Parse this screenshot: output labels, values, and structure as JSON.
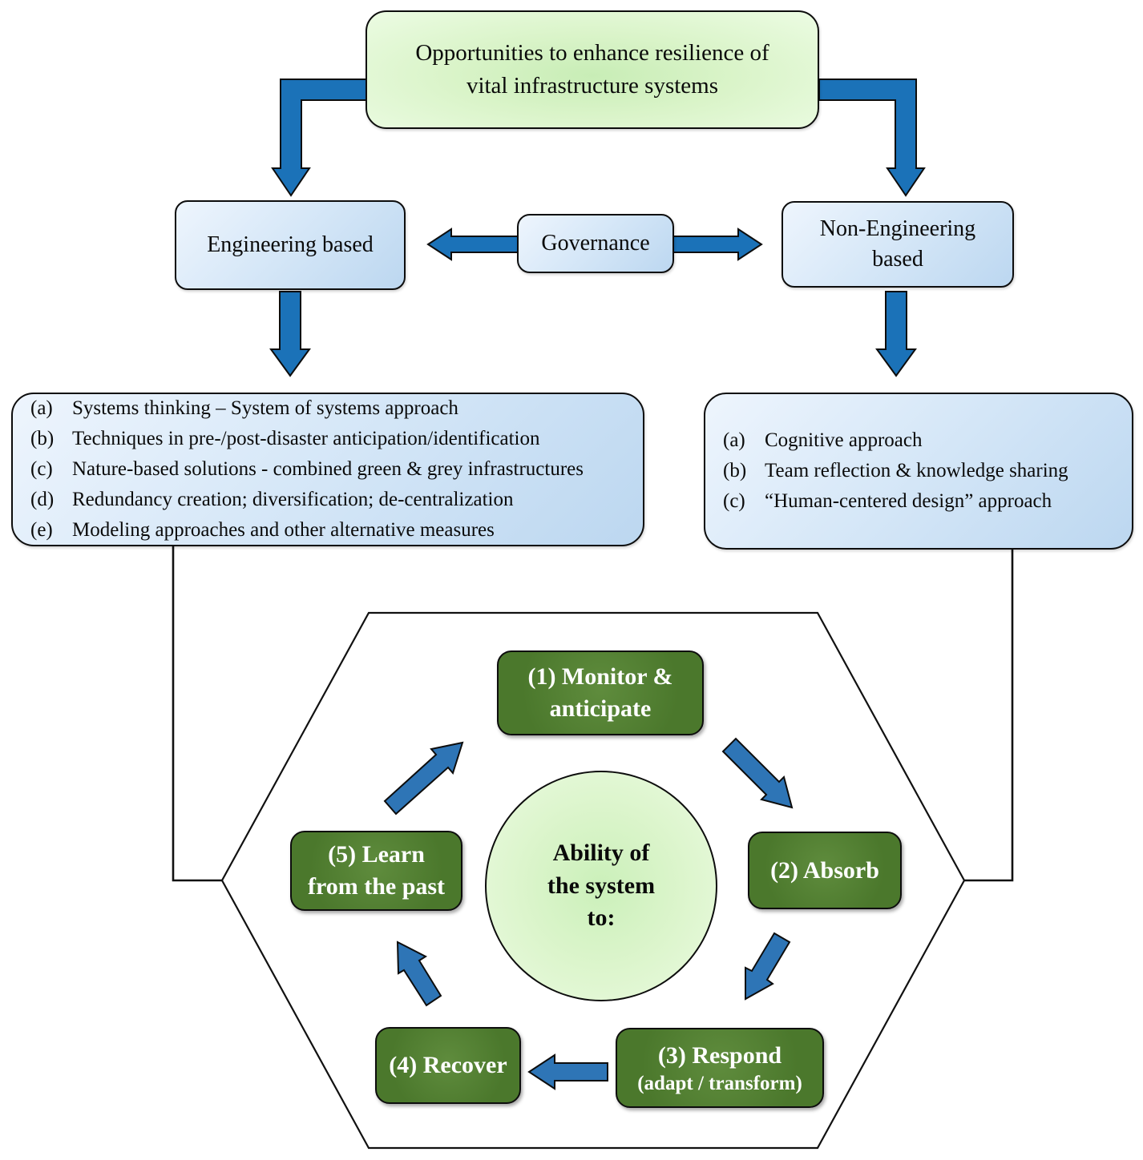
{
  "colors": {
    "arrow_blue": "#1B72B8",
    "box_blue_light": "#d7e8f8",
    "box_green_light": "#c8edb6",
    "cycle_green": "#4b782c",
    "outline": "#000000"
  },
  "top_box": {
    "text": "Opportunities to enhance resilience of\nvital infrastructure systems"
  },
  "level2": {
    "engineering": {
      "label": "Engineering based"
    },
    "governance": {
      "label": "Governance"
    },
    "non_engineering": {
      "label": "Non-Engineering\nbased"
    }
  },
  "engineering_list": {
    "items": [
      {
        "label": "(a)",
        "text": "Systems thinking – System of systems approach"
      },
      {
        "label": "(b)",
        "text": "Techniques in pre-/post-disaster anticipation/identification"
      },
      {
        "label": "(c)",
        "text": "Nature-based solutions - combined green & grey infrastructures"
      },
      {
        "label": "(d)",
        "text": "Redundancy creation; diversification; de-centralization"
      },
      {
        "label": "(e)",
        "text": "Modeling approaches and other alternative measures"
      }
    ]
  },
  "non_engineering_list": {
    "items": [
      {
        "label": "(a)",
        "text": "Cognitive approach"
      },
      {
        "label": "(b)",
        "text": "Team reflection & knowledge sharing"
      },
      {
        "label": "(c)",
        "text": "“Human-centered design” approach"
      }
    ]
  },
  "cycle": {
    "center_text": "Ability of\nthe system\nto:",
    "steps": [
      {
        "title": "(1) Monitor &\nanticipate"
      },
      {
        "title": "(2) Absorb"
      },
      {
        "title": "(3) Respond",
        "subtitle": "(adapt / transform)"
      },
      {
        "title": "(4) Recover"
      },
      {
        "title": "(5) Learn\nfrom the past"
      }
    ]
  }
}
